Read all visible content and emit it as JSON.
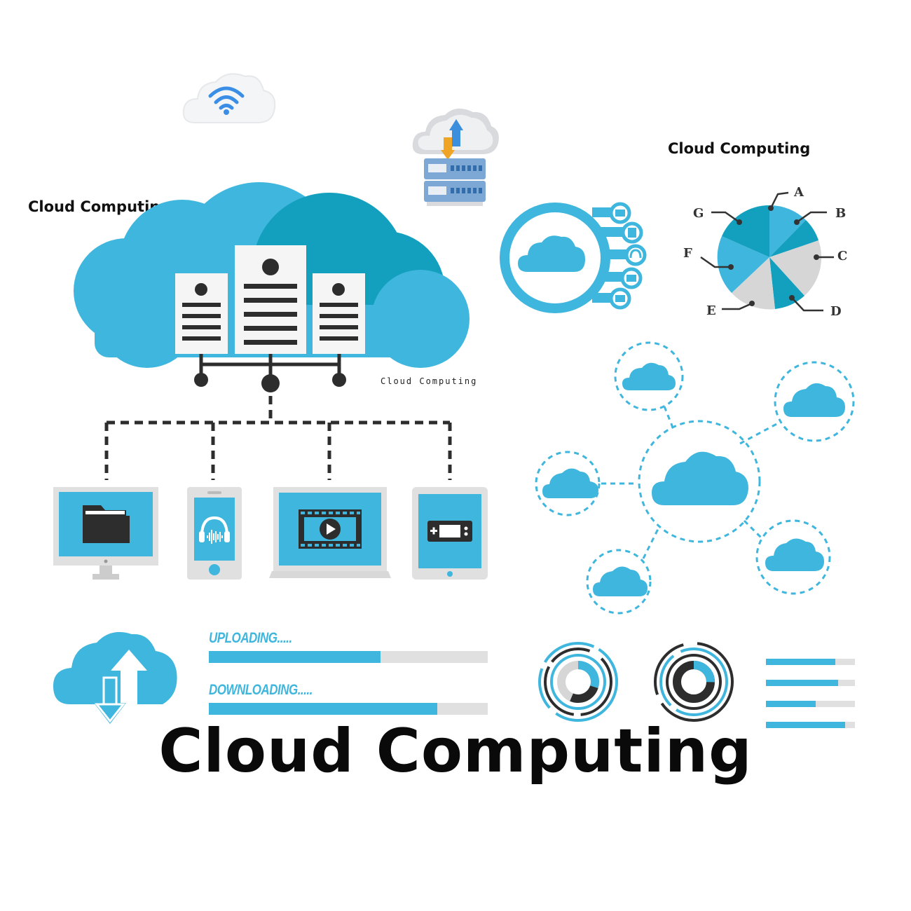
{
  "labels": {
    "top_left": "Cloud Computing",
    "top_right": "Cloud Computing",
    "small_caption": "Cloud Computing",
    "main_title": "Cloud Computing"
  },
  "progress": {
    "upload_label": "UPLOADING.....",
    "upload_fraction": 0.615,
    "download_label": "DOWNLOADING.....",
    "download_fraction": 0.82
  },
  "pie": {
    "letters": [
      "A",
      "B",
      "C",
      "D",
      "E",
      "F",
      "G"
    ]
  },
  "side_bars": [
    0.78,
    0.81,
    0.56,
    0.89
  ],
  "colors": {
    "accent": "#3fb6dd",
    "accent_dark": "#12a0be",
    "gray": "#d6d6d6",
    "dark": "#2d2d2d"
  },
  "icons": [
    "wifi-cloud-icon",
    "cloud-server-sync-icon",
    "cloud-hub-icon",
    "cloud-upload-download-icon",
    "folder-icon",
    "headphones-icon",
    "video-play-icon",
    "gamepad-icon"
  ]
}
